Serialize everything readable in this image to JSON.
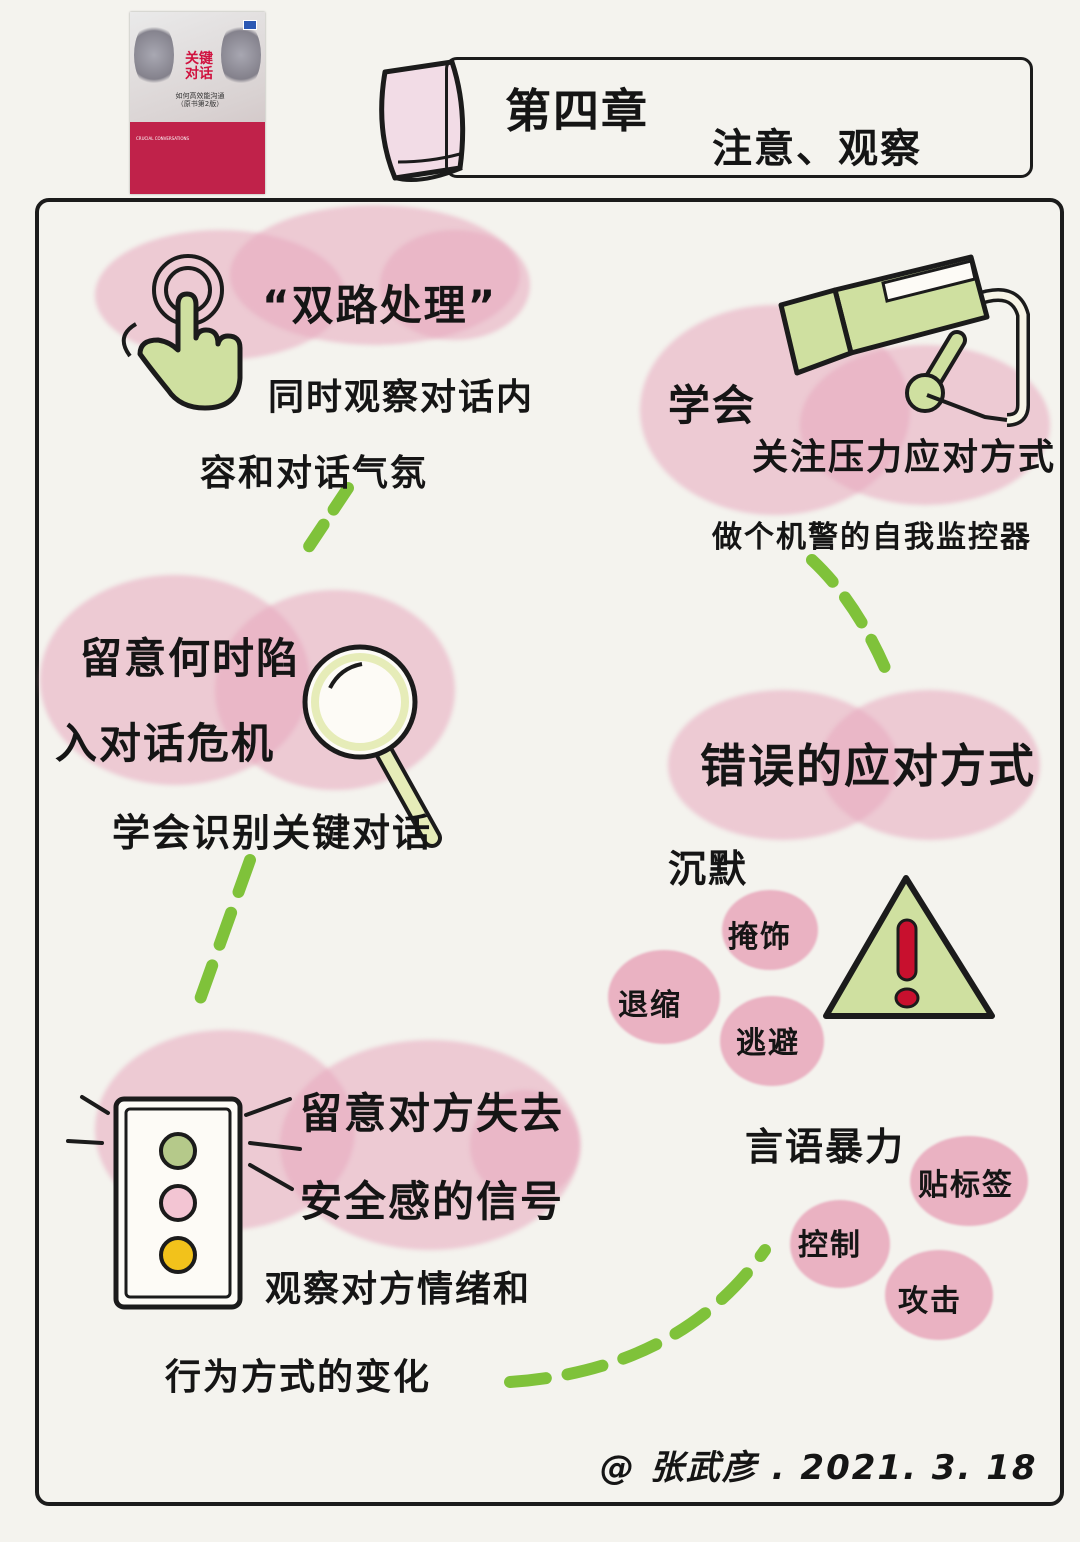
{
  "cover": {
    "title_line1": "关键",
    "title_line2": "对话",
    "subtitle": "如何高效能沟通",
    "edition": "（原书第2版）",
    "text": "CRUCIAL CONVERSATIONS"
  },
  "header": {
    "chapter": "第四章",
    "subtitle": "注意、观察"
  },
  "node_dual": {
    "title": "“双路处理”",
    "line1": "同时观察对话内",
    "line2": "容和对话气氛"
  },
  "node_crisis": {
    "line1": "留意何时陷",
    "line2": "入对话危机",
    "line3": "学会识别关键对话"
  },
  "node_signal": {
    "line1": "留意对方失去",
    "line2": "安全感的信号",
    "line3": "观察对方情绪和",
    "line4": "行为方式的变化"
  },
  "node_stress": {
    "line1": "学会",
    "line2": "关注压力应对方式",
    "line3": "做个机警的自我监控器"
  },
  "node_wrong": {
    "title": "错误的应对方式",
    "silence": "沉默",
    "silence_items": [
      "掩饰",
      "退缩",
      "逃避"
    ],
    "violence": "言语暴力",
    "violence_items": [
      "贴标签",
      "控制",
      "攻击"
    ]
  },
  "signature": "@ 张武彦 . 2021. 3. 18",
  "colors": {
    "pink_cloud": "#e8a8be",
    "green": "#7fc23a",
    "green_fill": "#cfe0a0",
    "warning_red": "#c8102e",
    "amber": "#f2c21b"
  },
  "icons": [
    "book-icon",
    "tap-hand-icon",
    "magnifier-icon",
    "traffic-light-icon",
    "security-camera-icon",
    "warning-icon"
  ]
}
